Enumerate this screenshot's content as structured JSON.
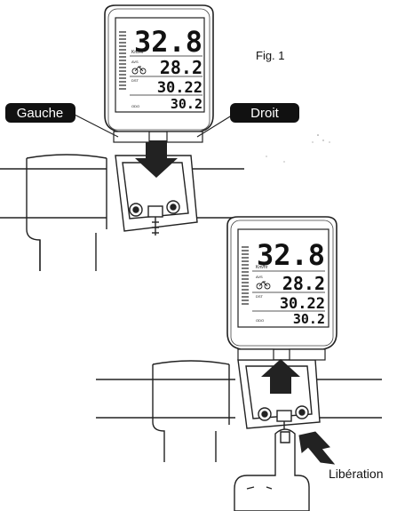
{
  "figure": {
    "caption": "Fig. 1",
    "label_left": "Gauche",
    "label_right": "Droit",
    "label_release": "Libération"
  },
  "computer_top": {
    "speed": "32.8",
    "speed_unit": "Km/hr",
    "avs_label": "AVS",
    "avs_value": "28.2",
    "dst_label": "DST",
    "dst_value": "30.22",
    "odo_label": "ODO",
    "odo_value": "30.2"
  },
  "computer_bottom": {
    "speed": "32.8",
    "speed_unit": "Km/hr",
    "avs_label": "AVS",
    "avs_value": "28.2",
    "dst_label": "DST",
    "dst_value": "30.22",
    "odo_label": "ODO",
    "odo_value": "30.2"
  }
}
